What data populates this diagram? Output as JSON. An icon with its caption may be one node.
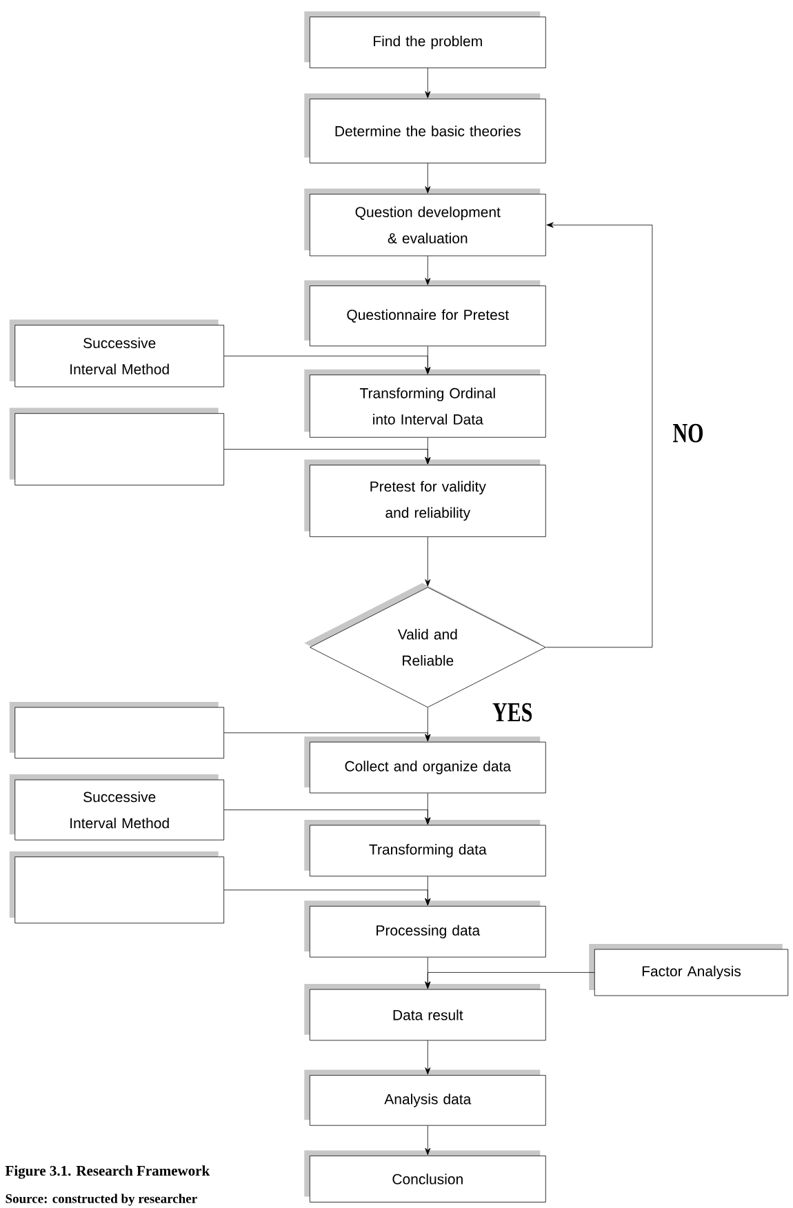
{
  "diagram": {
    "caption": "Figure 3.1. Research Framework",
    "nodes": [
      {
        "text": [
          "Find the problem"
        ]
      },
      {
        "text": [
          "Determine the basic theories"
        ]
      },
      {
        "text": [
          "Question development & evaluation"
        ]
      },
      {
        "text": [
          "Questionnaire for Pretest"
        ]
      },
      {
        "text": [
          "Successive Interval Method"
        ]
      },
      {
        "text": [
          "Transforming Ordinal into Interval Data"
        ]
      },
      {
        "text": [],
        "shape": "box"
      },
      {
        "text": [
          "Pretest for validity and reliability"
        ]
      },
      {
        "text": [
          "Valid and Reliable"
        ]
      },
      {
        "text": [],
        "shape": "box"
      },
      {
        "text": [
          "Collect and organize data"
        ]
      },
      {
        "text": [
          "Successive Interval Method"
        ]
      },
      {
        "text": [
          "Transforming data"
        ]
      },
      {
        "text": [],
        "shape": "box"
      },
      {
        "text": [
          "Processing data"
        ]
      },
      {
        "text": [
          "Factor Analysis"
        ]
      },
      {
        "text": [
          "Data result"
        ]
      },
      {
        "text": [
          "Analysis data"
        ]
      },
      {
        "text": [
          "Conclusion"
        ]
      }
    ],
    "edges": [
      {
        "from": 0,
        "to": 1,
        "arrow": "to"
      },
      {
        "from": 1,
        "to": 2,
        "arrow": "to"
      },
      {
        "from": 2,
        "to": 3,
        "arrow": "to"
      },
      {
        "from": 3,
        "to": 5,
        "arrow": "to"
      },
      {
        "from": 4,
        "to": 5,
        "arrow": "to"
      },
      {
        "from": 5,
        "to": 7,
        "arrow": "to"
      },
      {
        "from": 6,
        "to": 7,
        "arrow": "to"
      },
      {
        "from": 7,
        "to": 8,
        "arrow": "to"
      },
      {
        "from": 8,
        "to": 2,
        "arrow": "to",
        "label": "NO"
      },
      {
        "from": 8,
        "to": 10,
        "arrow": "to",
        "label": "YES"
      },
      {
        "from": 9,
        "to": 10,
        "arrow": "to"
      },
      {
        "from": 10,
        "to": 12,
        "arrow": "to"
      },
      {
        "from": 11,
        "to": 12,
        "arrow": "to"
      },
      {
        "from": 12,
        "to": 14,
        "arrow": "to"
      },
      {
        "from": 13,
        "to": 14,
        "arrow": "to"
      },
      {
        "from": 14,
        "to": 16,
        "arrow": "to"
      },
      {
        "from": 15,
        "to": 16,
        "arrow": "to"
      },
      {
        "from": 16,
        "to": 17,
        "arrow": "to"
      },
      {
        "from": 17,
        "to": 18,
        "arrow": "to"
      }
    ],
    "labels": [
      "Source: constructed by researcher"
    ]
  }
}
